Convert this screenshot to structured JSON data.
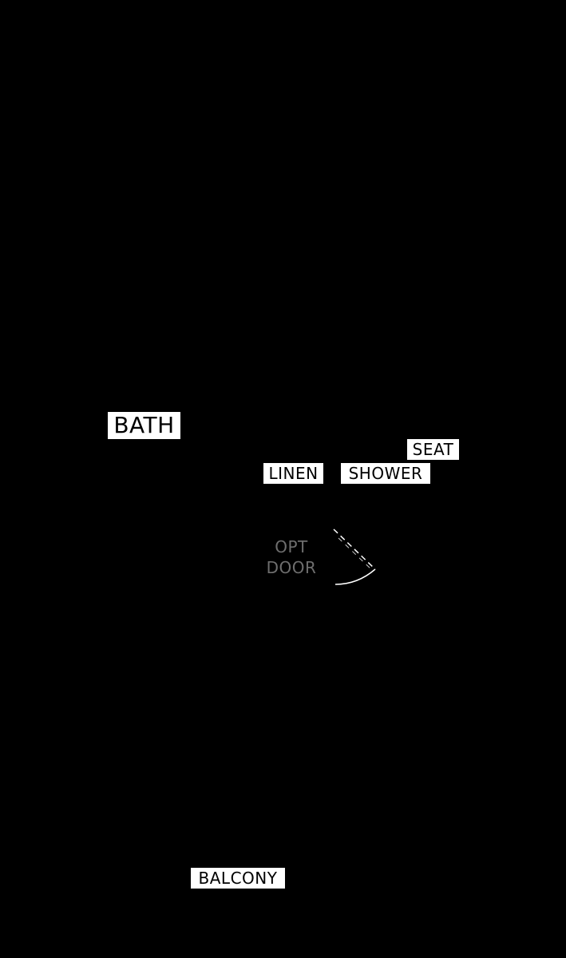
{
  "labels": {
    "bath": "BATH",
    "seat": "SEAT",
    "linen": "LINEN",
    "shower": "SHOWER",
    "balcony": "BALCONY",
    "opt_door_line1": "OPT",
    "opt_door_line2": "DOOR"
  },
  "colors": {
    "background": "#000000",
    "label_fill": "#ffffff",
    "label_text": "#000000",
    "annotation_text": "#6e6e6e"
  }
}
